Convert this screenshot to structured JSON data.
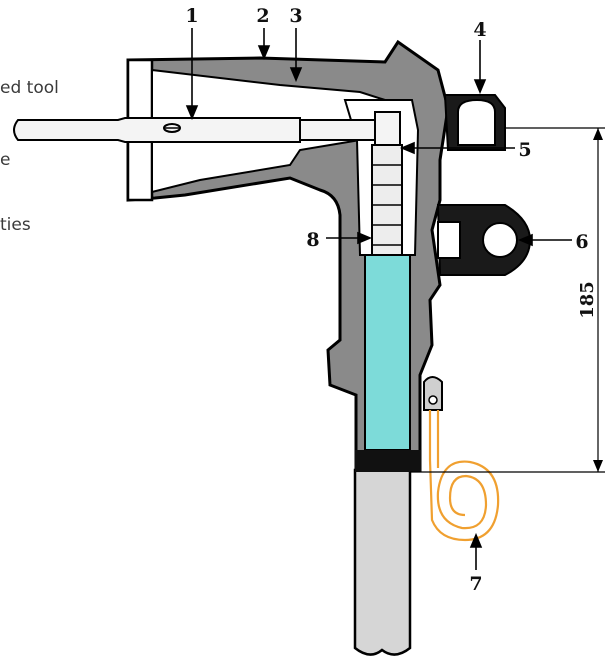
{
  "side_text": [
    "ed tool",
    "e",
    "ties"
  ],
  "callouts": {
    "c1": "1",
    "c2": "2",
    "c3": "3",
    "c4": "4",
    "c5": "5",
    "c6": "6",
    "c7": "7",
    "c8": "8"
  },
  "dimension": {
    "value": "185"
  },
  "colors": {
    "housing": "#8a8a8a",
    "outline": "#000000",
    "insulation": "#7ddbd9",
    "cable": "#d6d6d6",
    "earth_wire": "#f0a030",
    "metal_light": "#f4f4f4"
  }
}
